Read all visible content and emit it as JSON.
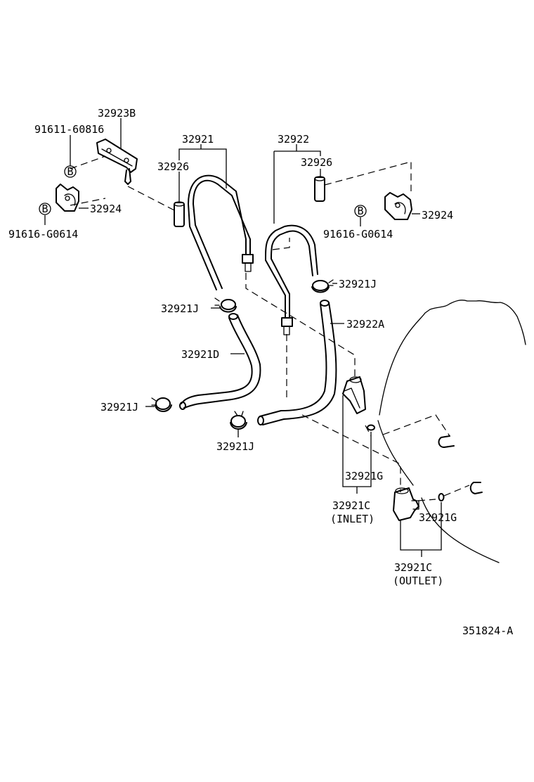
{
  "labels": {
    "bracket": "32923B",
    "bolt_top": "91611-60816",
    "bolt_left": "91616-G0614",
    "bolt_right": "91616-G0614",
    "clamp_left": "32924",
    "clamp_right": "32924",
    "pipe_left": "32921",
    "pipe_right": "32922",
    "grommet_left": "32926",
    "grommet_right": "32926",
    "clip_1": "32921J",
    "clip_2": "32921J",
    "clip_3": "32921J",
    "clip_4": "32921J",
    "hose_left": "32921D",
    "hose_right": "32922A",
    "gasket_inlet": "32921G",
    "gasket_outlet": "32921G",
    "union_inlet": "32921C",
    "union_inlet_note": "(INLET)",
    "union_outlet": "32921C",
    "union_outlet_note": "(OUTLET)",
    "diagram_code": "351824-A"
  },
  "symbols": {
    "bolt_marker": "B"
  }
}
